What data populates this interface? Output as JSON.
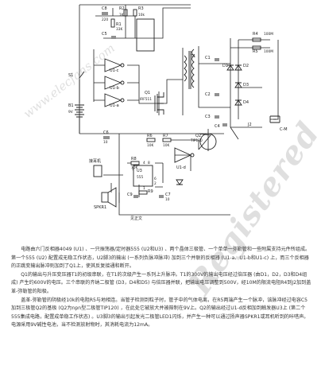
{
  "labels": {
    "c8": "C8",
    "c8v": "220",
    "r2": "R2",
    "r2v": "1K",
    "r3": "R3",
    "r3v": "10k",
    "c5": "C5",
    "r1": "R1",
    "r1v": "33K",
    "s1": "S1",
    "u1c": "U1-c",
    "u1b": "U1-b",
    "u1a": "U1-a",
    "q1": "Q1",
    "q1v": "IRF511",
    "t1": "T1",
    "r4": "R4",
    "r4v": "100M",
    "r5": "R5",
    "r5v": "100M",
    "d1": "D1",
    "d2": "D2",
    "d3": "D3",
    "d4": "D4",
    "c1": "C1",
    "c2": "C2",
    "c3": "C3",
    "c4": "C4",
    "b1": "B1",
    "b1v": "9V",
    "c6": "C6",
    "c6v": "10",
    "r6": "R6",
    "r6v": "10K",
    "r7": "R7",
    "r7v": "10K",
    "q2": "Q2",
    "q2v": "TIP120",
    "j2": "J2",
    "cm": "C-M",
    "r8": "R8",
    "r8v": "10K",
    "u3": "U3",
    "u3v": "555",
    "r9": "R9",
    "c7": "C7",
    "c7v": "10",
    "c9": "C9",
    "u1d": "U1-d",
    "speaker": "SPKR1",
    "earphone": "接耳机",
    "seetext": "见正文",
    "pin3": "3",
    "pin4": "4",
    "pin8": "8",
    "pin6": "6",
    "pin2": "2",
    "pin1": "1"
  },
  "watermark_site": "www.elecfans.com",
  "watermark_reg": "Registered",
  "description": [
    "电路由六门反相器4049 (U1) 、一只振荡器/定时器555 (U2和U3) 、两个晶体三极管、一个单单一弥勒管和一些附属支持元件所组成。第一个555 (U2) 配置成无稳工作状态，U2脚3的输出 (一系列负脉冲脉冲) 加到三个并联的反相器 (U1-a、U1-b和U1-c) 上，而三个反相器的正跳变输出脉冲则加到了Q1上，使其反复接通和断开。",
    "Q1的输出与升压变压器T1的初级串联，在T1的次级产生一系列上升脉冲。T1的300V的输出电压经过倍压器 (由D1，D2，D3和D4组成) 产生约600V的电压。三个串联的齐纳二极管 (D3，D4和D5) 与倍压器并联，把输出电压调整到500V，经10M的限流电阻R4到J2加到盖革-弥勒管的阳极。",
    "盖革-弥勒管的阴极经10k的电阻R5与地相连。当管子检测到粒子时，管子中的气体电离，在R5两端产生一个脉冲，该脉冲经过电容C5加到三极管Q2的基极 (Q2为npn型二极管TIP120) ，在此处它被放大并被箝制在9V上。Q2的输出经过U1-d反相加到触发器U3上 (第二个555集成电路，配置成单稳工作状态) 。U3脚3的输出引起发光二极管LED1闪烁，并产生一种可以通过扬声器SPKR1或耳机听到的咔嗒声。电源采用9V碱性电池，当不检测放射物时，其消耗电流为12mA。"
  ]
}
